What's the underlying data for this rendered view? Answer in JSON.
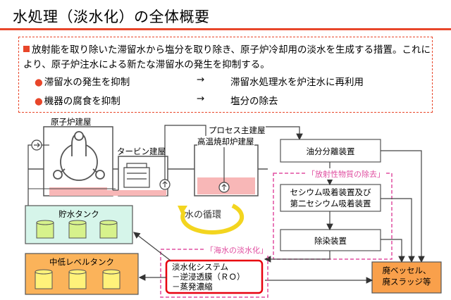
{
  "title": "水処理（淡水化）の全体概要",
  "summary": {
    "intro": "放射能を取り除いた滞留水から塩分を取り除き、原子炉冷却用の淡水を生成する措置。これにより、原子炉注水による新たな滞留水の発生を抑制する。",
    "rows": [
      {
        "effect": "滞留水の発生を抑制",
        "arrow": "→",
        "outcome": "滞留水処理水を炉注水に再利用"
      },
      {
        "effect": "機器の腐食を抑制",
        "arrow": "→",
        "outcome": "塩分の除去"
      }
    ]
  },
  "diagram": {
    "reactor_building": "原子炉建屋",
    "turbine_building": "タービン建屋",
    "process_building_1": "プロセス主建屋",
    "process_building_2": "高温焼却炉建屋",
    "storage_tank": "貯水タンク",
    "low_level_tank": "中低レベルタンク",
    "water_cycle": "水の循環",
    "oil_separator": "油分分離装置",
    "radioactive_removal_label": "「放射性物質の除去」",
    "cesium_line1": "セシウム吸着装置及び",
    "cesium_line2": "第二セシウム吸着装置",
    "decontamination": "除染装置",
    "desal_label": "「海水の淡水化」",
    "desal_title": "淡水化システム",
    "desal_ro": "－逆浸透膜（ＲＯ）",
    "desal_evap": "－蒸発濃縮",
    "waste_line1": "廃ベッセル、",
    "waste_line2": "廃スラッジ等"
  },
  "colors": {
    "accent": "#e8462a",
    "pink": "#e04ea0",
    "storage_fill": "#d6f5ea",
    "tank_green": "#d7f28c",
    "low_level_fill": "#fbb35a",
    "tank_yellow": "#fff27a",
    "waste_fill": "#f9a04b",
    "water_fill": "#f8b7b7",
    "desal_border": "#e8000f"
  }
}
